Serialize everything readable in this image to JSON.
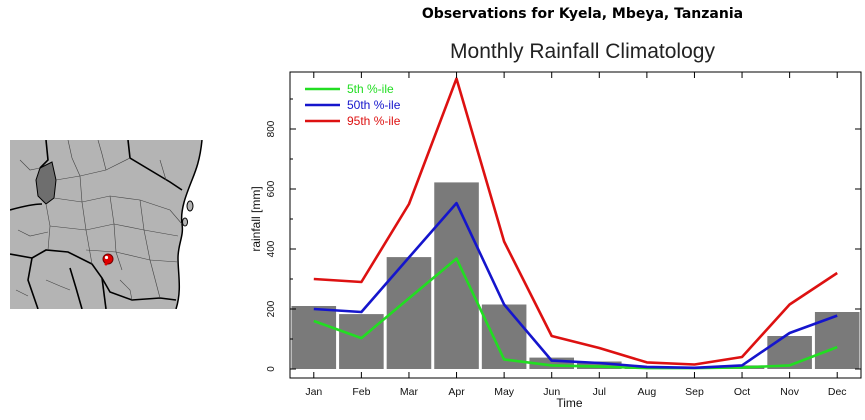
{
  "header": {
    "title": "Observations for Kyela, Mbeya, Tanzania"
  },
  "map": {
    "icon": "location-pin-icon",
    "land_color": "#b4b4b4",
    "highlight_color": "#6e6e6e",
    "marker_color": "#e00000"
  },
  "chart_data": {
    "type": "bar",
    "title": "Monthly Rainfall Climatology",
    "xlabel": "Time",
    "ylabel": "rainfall [mm]",
    "categories": [
      "Jan",
      "Feb",
      "Mar",
      "Apr",
      "May",
      "Jun",
      "Jul",
      "Aug",
      "Sep",
      "Oct",
      "Nov",
      "Dec"
    ],
    "ylim": [
      -30,
      990
    ],
    "yticks": [
      0,
      200,
      400,
      600,
      800
    ],
    "bars": {
      "values": [
        210,
        183,
        373,
        622,
        215,
        38,
        25,
        8,
        5,
        12,
        110,
        190
      ],
      "color": "#7a7a7a"
    },
    "series": [
      {
        "name": "5th %-ile",
        "color": "#22dd22",
        "values": [
          160,
          103,
          236,
          368,
          32,
          12,
          8,
          3,
          3,
          5,
          12,
          73
        ]
      },
      {
        "name": "50th %-ile",
        "color": "#1515cc",
        "values": [
          200,
          190,
          372,
          553,
          215,
          28,
          20,
          7,
          4,
          12,
          120,
          178
        ]
      },
      {
        "name": "95th %-ile",
        "color": "#dd1111",
        "values": [
          300,
          290,
          550,
          968,
          425,
          110,
          70,
          22,
          15,
          40,
          215,
          320
        ]
      }
    ],
    "grid": false,
    "legend_placement": "top-left"
  }
}
